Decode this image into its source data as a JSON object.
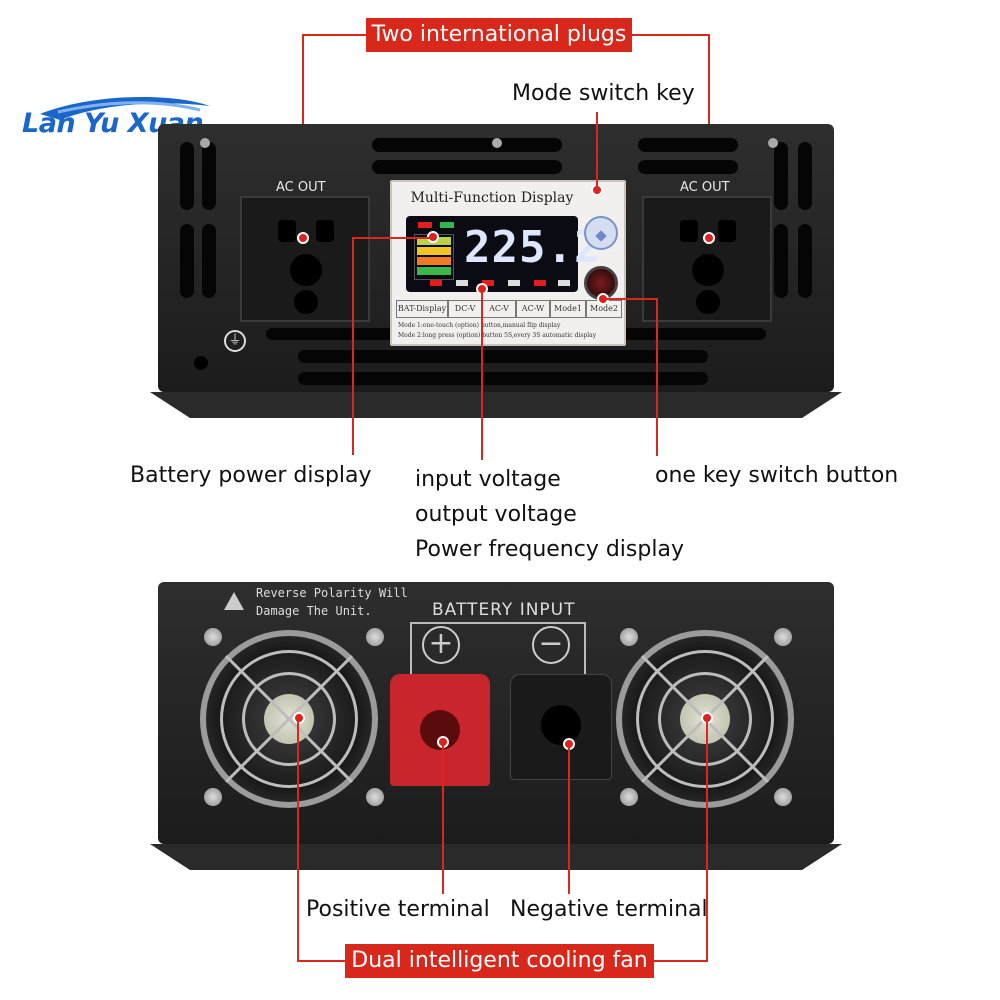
{
  "brand": {
    "logo_text": "Lan Yu Xuan"
  },
  "callouts": {
    "top_banner": "Two international plugs",
    "bottom_banner": "Dual intelligent cooling fan"
  },
  "labels": {
    "mode_switch_key": "Mode switch key",
    "battery_power_display": "Battery power display",
    "input_voltage": "input voltage",
    "output_voltage": "output voltage",
    "power_frequency_display": "Power frequency display",
    "one_key_switch_button": "one key switch button",
    "positive_terminal": "Positive terminal",
    "negative_terminal": "Negative terminal"
  },
  "inverter_top": {
    "ac_out_left": "AC OUT",
    "ac_out_right": "AC OUT",
    "panel_title": "Multi-Function Display",
    "lcd_value": "225.2",
    "panel_cells": [
      "BAT-Display",
      "DC-V",
      "AC-V",
      "AC-W",
      "Mode1",
      "Mode2"
    ],
    "mode_note_1": "Mode 1:one-touch (option) button,manual flip display",
    "mode_note_2": "Mode 2:long press (option) button 5S,every 3S automatic display"
  },
  "inverter_bottom": {
    "warning_line_1": "Reverse Polarity Will",
    "warning_line_2": "Damage The Unit.",
    "battery_input": "BATTERY INPUT"
  },
  "colors": {
    "accent_red": "#d8281c",
    "terminal_positive": "#c8262c",
    "terminal_negative": "#1a1a1a",
    "logo_blue": "#1a67c9"
  }
}
